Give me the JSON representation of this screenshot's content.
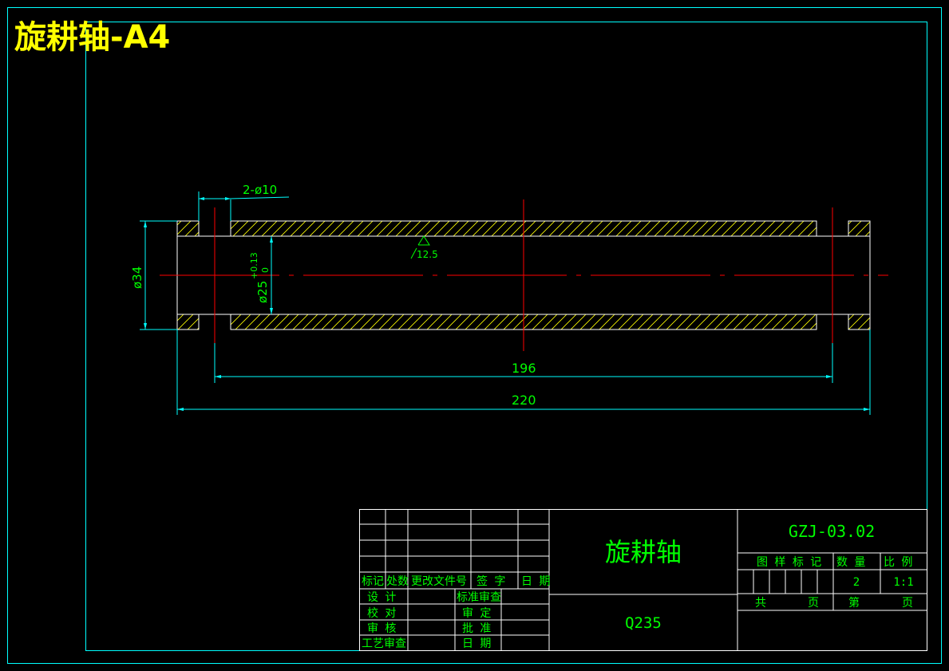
{
  "header": {
    "title": "旋耕轴-A4"
  },
  "drawing": {
    "dim_holes": "2-ø10",
    "dim_outer": "ø34",
    "dim_inner": "ø25",
    "tol_upper": "+0.13",
    "tol_lower": "0",
    "roughness": "12.5",
    "dim_hole_spacing": "196",
    "dim_length": "220"
  },
  "title_block": {
    "part_name": "旋耕轴",
    "material": "Q235",
    "drawing_no": "GZJ-03.02",
    "hdr_mark": "图 样 标 记",
    "hdr_qty": "数   量",
    "hdr_scale": "比   例",
    "qty": "2",
    "scale": "1:1",
    "total": "共",
    "page": "页",
    "sheet_no": "第",
    "page2": "页",
    "rev_mark": "标记",
    "rev_count": "处数",
    "rev_doc": "更改文件号",
    "rev_sign": "签  字",
    "rev_date": "日 期",
    "design": "设  计",
    "check": "校  对",
    "review": "审  核",
    "process": "工艺审查",
    "std_review": "标准审查",
    "approve_def": "审  定",
    "approve": "批  准",
    "date": "日  期"
  }
}
